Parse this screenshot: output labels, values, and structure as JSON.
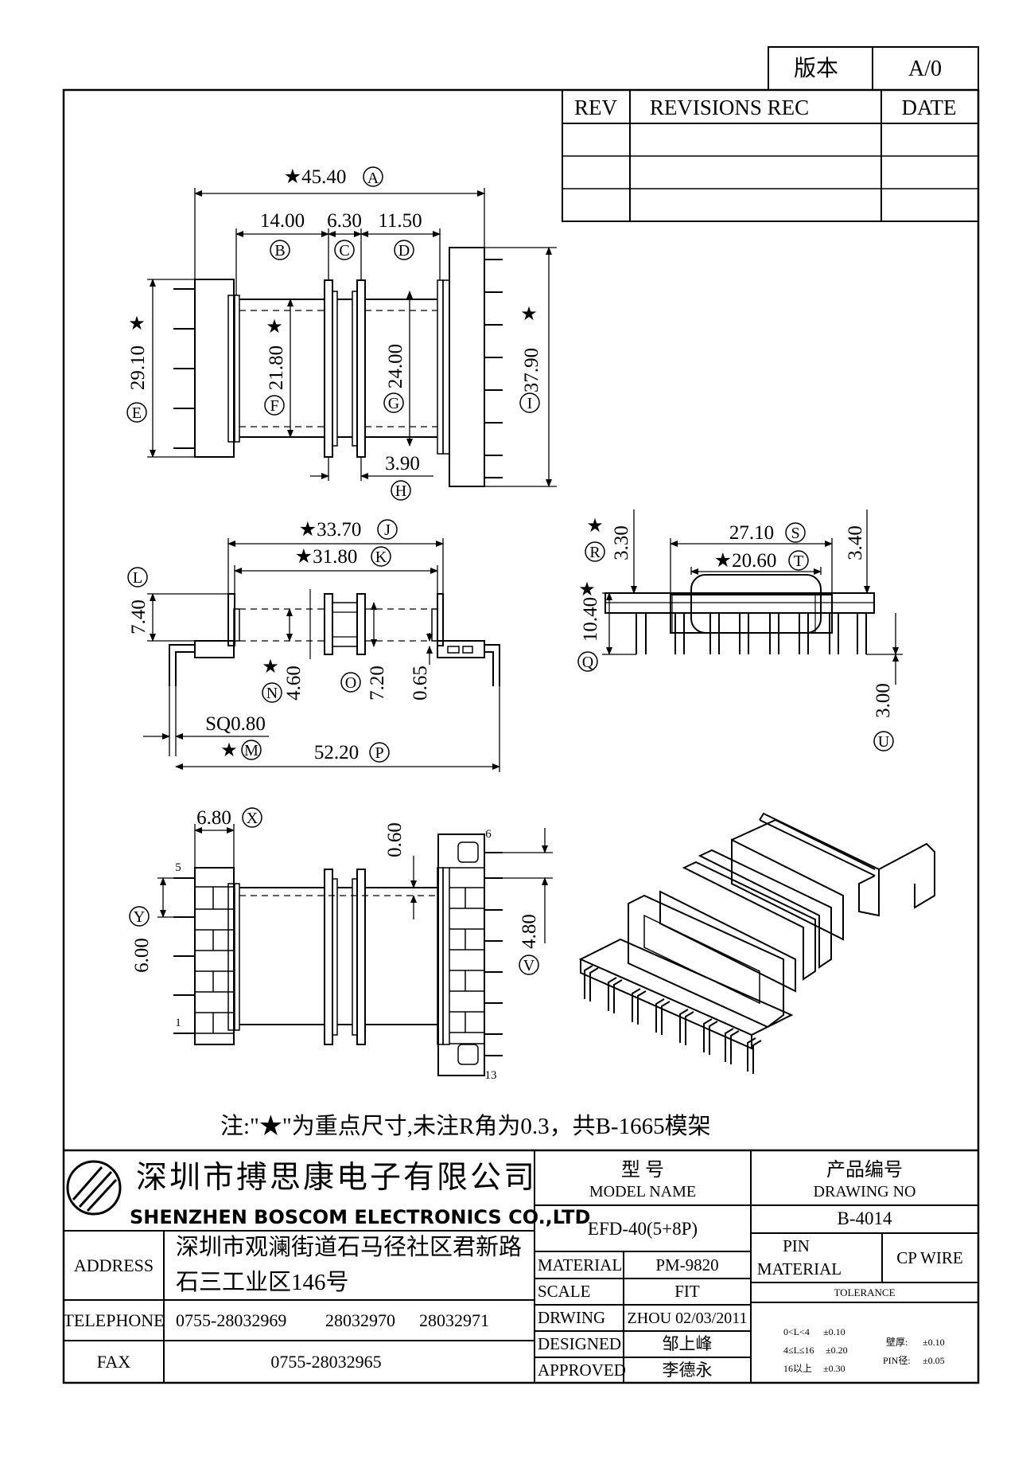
{
  "version_box": {
    "label": "版本",
    "value": "A/0"
  },
  "revisions": {
    "headers": [
      "REV",
      "REVISIONS REC",
      "DATE"
    ],
    "rows": [
      [
        "",
        "",
        ""
      ],
      [
        "",
        "",
        ""
      ],
      [
        "",
        "",
        ""
      ]
    ]
  },
  "dims": {
    "A": {
      "value": "★45.40",
      "letter": "A"
    },
    "B": {
      "value": "14.00",
      "letter": "B"
    },
    "C": {
      "value": "6.30",
      "letter": "C"
    },
    "D": {
      "value": "11.50",
      "letter": "D"
    },
    "E": {
      "value": "29.10",
      "letter": "E",
      "star": "★"
    },
    "F": {
      "value": "21.80",
      "letter": "F",
      "star": "★"
    },
    "G": {
      "value": "24.00",
      "letter": "G"
    },
    "H": {
      "value": "3.90",
      "letter": "H"
    },
    "I": {
      "value": "37.90",
      "letter": "I",
      "star": "★"
    },
    "J": {
      "value": "★33.70",
      "letter": "J"
    },
    "K": {
      "value": "★31.80",
      "letter": "K"
    },
    "L": {
      "value": "7.40",
      "letter": "L"
    },
    "M": {
      "value": "SQ0.80",
      "letter": "M",
      "star": "★"
    },
    "N": {
      "value": "4.60",
      "letter": "N",
      "star": "★"
    },
    "O": {
      "value": "7.20",
      "letter": "O"
    },
    "O2": {
      "value": "0.65"
    },
    "P": {
      "value": "52.20",
      "letter": "P"
    },
    "Q": {
      "value": "10.40",
      "letter": "Q",
      "star": "★"
    },
    "R": {
      "value": "3.30",
      "letter": "R",
      "star": "★"
    },
    "S": {
      "value": "27.10",
      "letter": "S"
    },
    "T": {
      "value": "★20.60",
      "letter": "T"
    },
    "R2": {
      "value": "3.40"
    },
    "U": {
      "value": "3.00",
      "letter": "U"
    },
    "X": {
      "value": "6.80",
      "letter": "X"
    },
    "Y": {
      "value": "6.00",
      "letter": "Y"
    },
    "Z": {
      "value": "0.60"
    },
    "V": {
      "value": "4.80",
      "letter": "V"
    }
  },
  "pins": {
    "p5": "5",
    "p1": "1",
    "p6": "6",
    "p13": "13"
  },
  "note": "注:\"★\"为重点尺寸,未注R角为0.3，共B-1665模架",
  "title_block": {
    "company_cn": "深圳市搏思康电子有限公司",
    "company_en": "SHENZHEN BOSCOM ELECTRONICS CO.,LTD",
    "address_label": "ADDRESS",
    "address_line1": "深圳市观澜街道石马径社区君新路",
    "address_line2": "石三工业区146号",
    "telephone_label": "TELEPHONE",
    "telephone": [
      "0755-28032969",
      "28032970",
      "28032971"
    ],
    "fax_label": "FAX",
    "fax": "0755-28032965",
    "model_label_cn": "型   号",
    "model_label_en": "MODEL NAME",
    "model": "EFD-40(5+8P)",
    "drawing_label_cn": "产品编号",
    "drawing_label_en": "DRAWING NO",
    "drawing_no": "B-4014",
    "material_label": "MATERIAL",
    "material": "PM-9820",
    "scale_label": "SCALE",
    "scale": "FIT",
    "drawing_row_label": "DRWING",
    "drawing_date": "ZHOU 02/03/2011",
    "designed_label": "DESIGNED",
    "designed": "邹上峰",
    "approved_label": "APPROVED",
    "approved": "李德永",
    "pin_label": "PIN",
    "pin_material_label": "MATERIAL",
    "pin_material": "CP WIRE",
    "tolerance_label": "TOLERANCE",
    "tol_rows": [
      [
        "0<L<4",
        "±0.10"
      ],
      [
        "4≤L≤16",
        "±0.20"
      ],
      [
        "16以上",
        "±0.30"
      ]
    ],
    "wall_label": "壁厚:",
    "wall_tol": "±0.10",
    "pin_dia_label": "PIN径:",
    "pin_dia_tol": "±0.05"
  }
}
